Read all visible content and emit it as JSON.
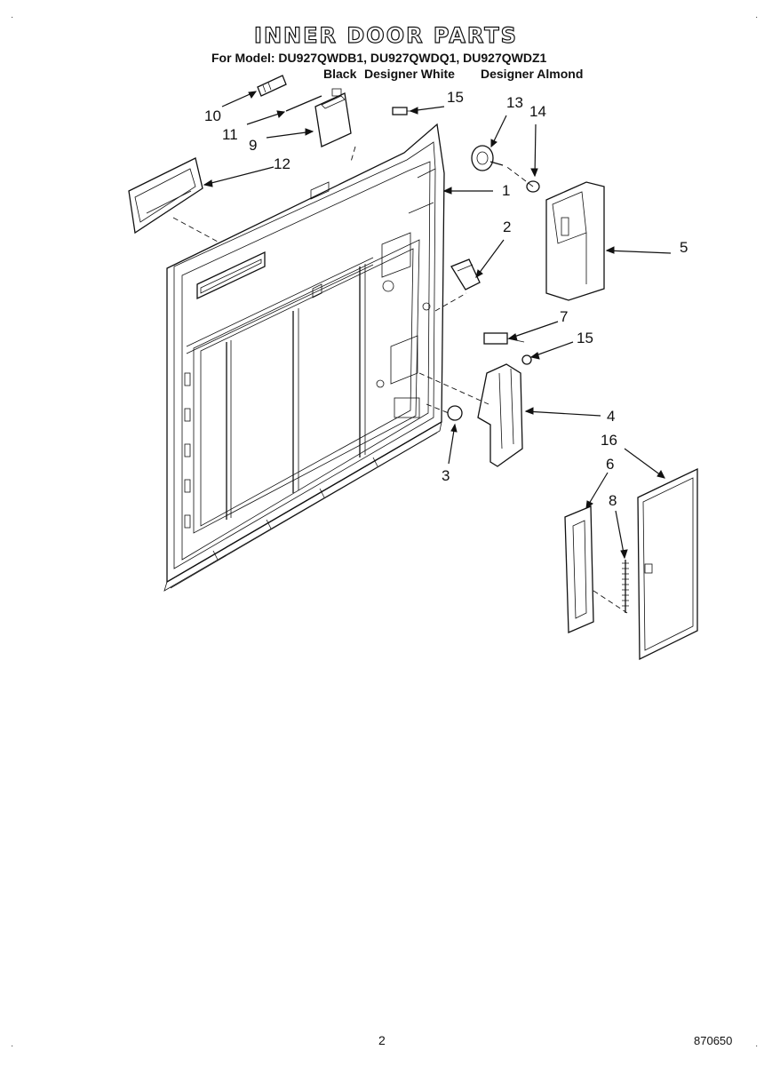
{
  "title": "INNER DOOR PARTS",
  "model_line": "For Model: DU927QWDB1, DU927QWDQ1, DU927QWDZ1",
  "colors": [
    "Black",
    "Designer White",
    "Designer Almond"
  ],
  "callouts": {
    "p1": "1",
    "p2": "2",
    "p3": "3",
    "p4": "4",
    "p5": "5",
    "p6": "6",
    "p7": "7",
    "p8": "8",
    "p9": "9",
    "p10": "10",
    "p11": "11",
    "p12": "12",
    "p13": "13",
    "p14": "14",
    "p15a": "15",
    "p15b": "15",
    "p16": "16"
  },
  "page_number": "2",
  "drawing_code": "870650"
}
